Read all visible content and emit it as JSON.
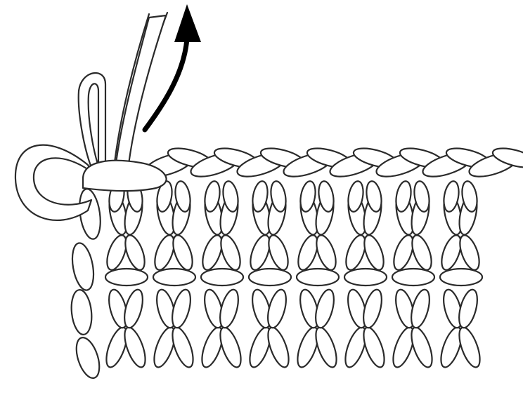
{
  "figure": {
    "subject": "crochet-fabric-with-hook-turning-direction",
    "colors": {
      "background": "#ffffff",
      "outline": "#2a2a2a",
      "arrow": "#000000"
    },
    "stitch_rows": 3,
    "stitches_per_row": 8,
    "arrow_direction": "up"
  }
}
